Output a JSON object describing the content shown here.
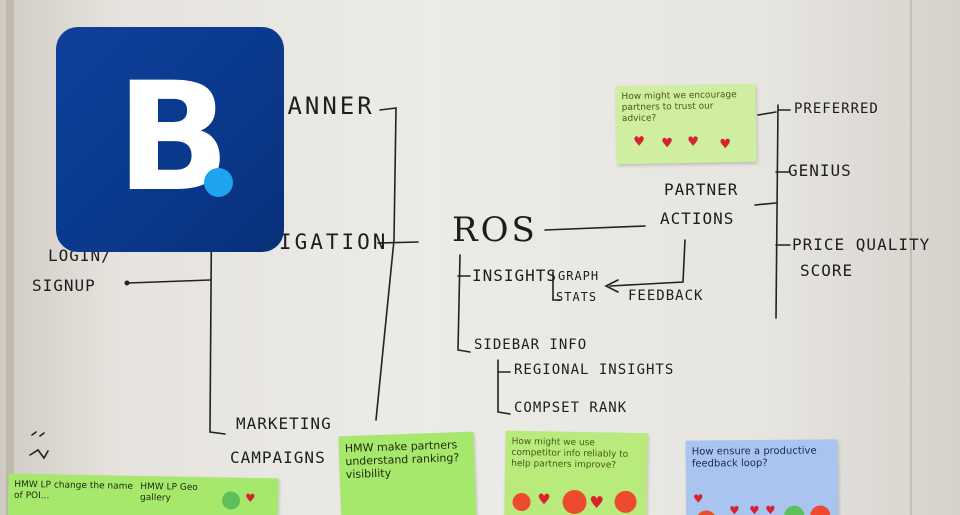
{
  "board": {
    "banner": "BANNER",
    "login": "LOGIN/",
    "signup": "SIGNUP",
    "navigation": "NAVIGATION",
    "marketing_1": "MARKETING",
    "marketing_2": "CAMPAIGNS",
    "ros": "ROS",
    "insights": "INSIGHTS",
    "graph": "GRAPH",
    "stats": "STATS",
    "feedback": "FEEDBACK",
    "sidebar_info": "SIDEBAR INFO",
    "regional_insights": "REGIONAL INSIGHTS",
    "compset_rank": "COMPSET RANK",
    "partner_1": "PARTNER",
    "partner_2": "ACTIONS",
    "preferred": "PREFERRED",
    "genius": "GENIUS",
    "price_quality_1": "PRICE QUALITY",
    "price_quality_2": "SCORE"
  },
  "notes": {
    "top": "How might we encourage partners to trust our advice?",
    "hmw_ranking": "HMW make partners understand ranking? visibility",
    "competitor": "How might we use competitor info reliably to help partners improve?",
    "feedback_loop": "How ensure a productive feedback loop?",
    "bottom_left": "HMW LP change the name of POI...",
    "bottom_left_2": "HMW LP Geo gallery"
  },
  "logo": {
    "letter": "B",
    "icon": "booking-logo-icon",
    "bg": "#0a3a8f",
    "dot": "#1fa3ee"
  },
  "colors": {
    "note_green": "#b8ea7c",
    "note_light_green": "#cfeea0",
    "note_blue": "#a9c4ee",
    "heart": "#d6232f",
    "dot_red": "#ee4a2f",
    "dot_green": "#5cc15c"
  }
}
